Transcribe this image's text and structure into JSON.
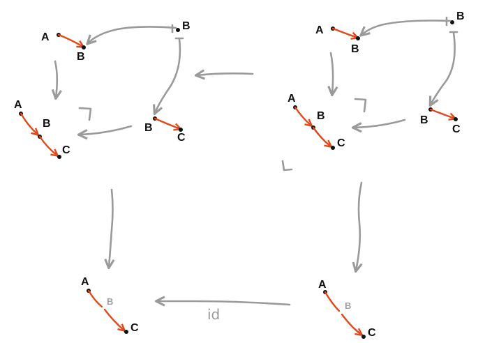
{
  "diagram": {
    "colors": {
      "ink": "#111111",
      "morphism": "#e2481a",
      "functor_arrow": "#9a9a9a",
      "ghost_label": "#a0a0a0"
    },
    "top_left": {
      "span_source": "A",
      "span_target": "B",
      "corner_object": "B",
      "leg_source": "B",
      "leg_target": "C",
      "composite_a": "A",
      "composite_b": "B",
      "composite_c": "C"
    },
    "top_right": {
      "span_source": "A",
      "span_target": "B",
      "corner_object": "B",
      "leg_source": "B",
      "leg_target": "C",
      "composite_a": "A",
      "composite_b": "B",
      "composite_c": "C"
    },
    "bottom_left": {
      "a": "A",
      "b": "B",
      "c": "C"
    },
    "bottom_right": {
      "a": "A",
      "b": "B",
      "c": "C"
    },
    "identity_label": "id"
  }
}
